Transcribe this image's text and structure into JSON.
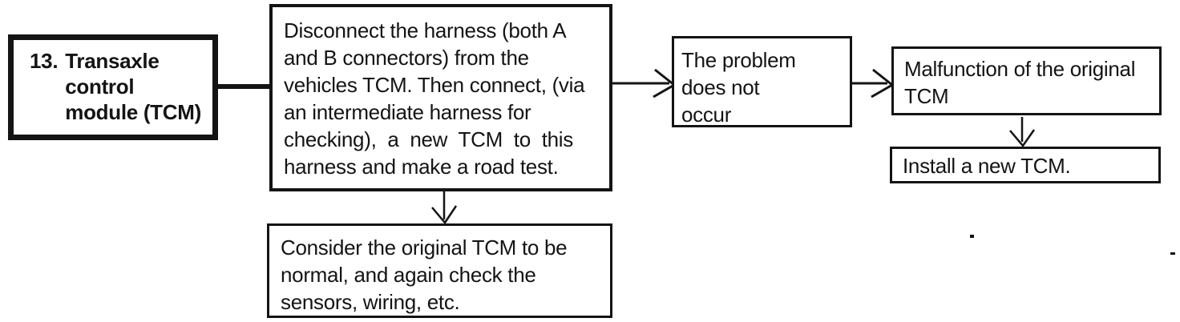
{
  "colors": {
    "background": "#ffffff",
    "ink": "#141414"
  },
  "flowchart": {
    "step": {
      "number": "13.",
      "title": "Transaxle\ncontrol\nmodule (TCM)"
    },
    "action": {
      "text": "Disconnect the harness (both A\nand B connectors) from the\nvehicles TCM. Then connect, (via\nan intermediate harness for\nchecking),  a  new  TCM  to  this\nharness and make a road test."
    },
    "result_no_problem": {
      "text": "The problem\ndoes not\noccur"
    },
    "diagnosis": {
      "text": "Malfunction of the original\nTCM"
    },
    "remedy": {
      "text": "Install a new TCM."
    },
    "alternative": {
      "text": "Consider the original TCM to be\nnormal, and again check the\nsensors, wiring, etc."
    }
  }
}
